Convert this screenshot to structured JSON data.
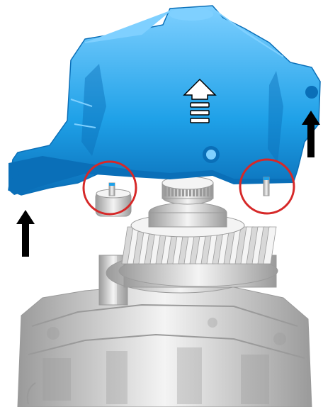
{
  "illustration": {
    "colors": {
      "housing": "#1fa1e8",
      "housing_dark": "#0a6fb8",
      "housing_light": "#7fd0ff",
      "metal": "#d8d8d8",
      "metal_dark": "#9a9a9a",
      "metal_light": "#f4f4f4",
      "callout": "#d62828",
      "arrow": "#000000",
      "symbol_fill": "#ffffff"
    },
    "icons": {
      "lift_arrow_left": "up-arrow",
      "lift_arrow_right": "up-arrow",
      "housing_symbol": "up-arrow-stripes",
      "dowel_callouts": "red-circle"
    }
  }
}
